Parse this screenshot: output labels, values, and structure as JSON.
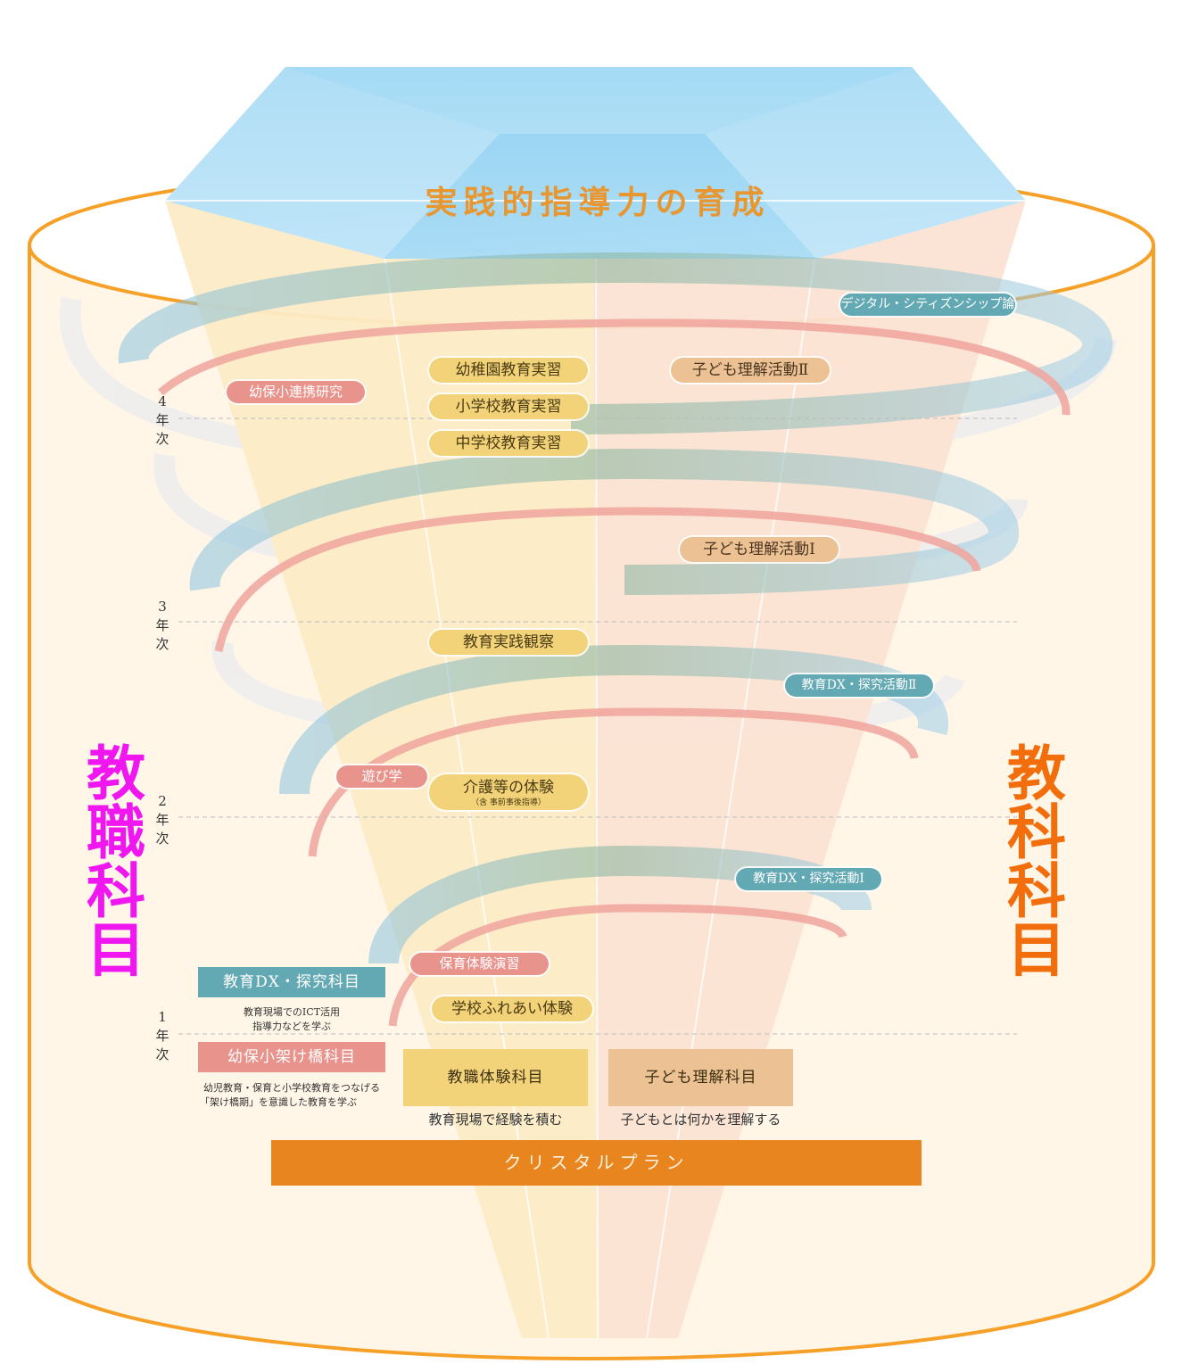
{
  "title": "実践的指導力の育成",
  "left_label": "教職科目",
  "right_label": "教科科目",
  "colors": {
    "magenta": "#f016f0",
    "orange": "#f26e0c",
    "cylinder": "#f6a028",
    "plan_bar": "#e8851f",
    "teal": "#63a9b4",
    "pink": "#e8938c",
    "yellow": "#f3d379",
    "peach": "#ecc193"
  },
  "years": [
    {
      "num": "4",
      "a": "年",
      "b": "次"
    },
    {
      "num": "3",
      "a": "年",
      "b": "次"
    },
    {
      "num": "2",
      "a": "年",
      "b": "次"
    },
    {
      "num": "1",
      "a": "年",
      "b": "次"
    }
  ],
  "pills": {
    "digital_citizenship": "デジタル・シティズンシップ論",
    "kindergarten_practice": "幼稚園教育実習",
    "child_understanding_2": "子ども理解活動Ⅱ",
    "yohosho_research": "幼保小連携研究",
    "elementary_practice": "小学校教育実習",
    "junior_high_practice": "中学校教育実習",
    "child_understanding_1": "子ども理解活動Ⅰ",
    "practice_observation": "教育実践観察",
    "dx_inquiry_2": "教育DX・探究活動Ⅱ",
    "asobi_gaku": "遊び学",
    "care_experience": "介護等の体験",
    "care_experience_sub": "（含 事前事後指導）",
    "dx_inquiry_1": "教育DX・探究活動Ⅰ",
    "childcare_exercise": "保育体験演習",
    "school_contact": "学校ふれあい体験"
  },
  "categories": {
    "dx_subject": {
      "label": "教育DX・探究科目",
      "desc_line1": "教育現場でのICT活用",
      "desc_line2": "指導力などを学ぶ"
    },
    "bridge_subject": {
      "label": "幼保小架け橋科目",
      "desc_line1": "幼児教育・保育と小学校教育をつなげる",
      "desc_line2": "「架け橋期」を意識した教育を学ぶ"
    },
    "experience_subject": {
      "label": "教職体験科目",
      "desc": "教育現場で経験を積む"
    },
    "child_subject": {
      "label": "子ども理解科目",
      "desc": "子どもとは何かを理解する"
    }
  },
  "plan": "クリスタルプラン"
}
